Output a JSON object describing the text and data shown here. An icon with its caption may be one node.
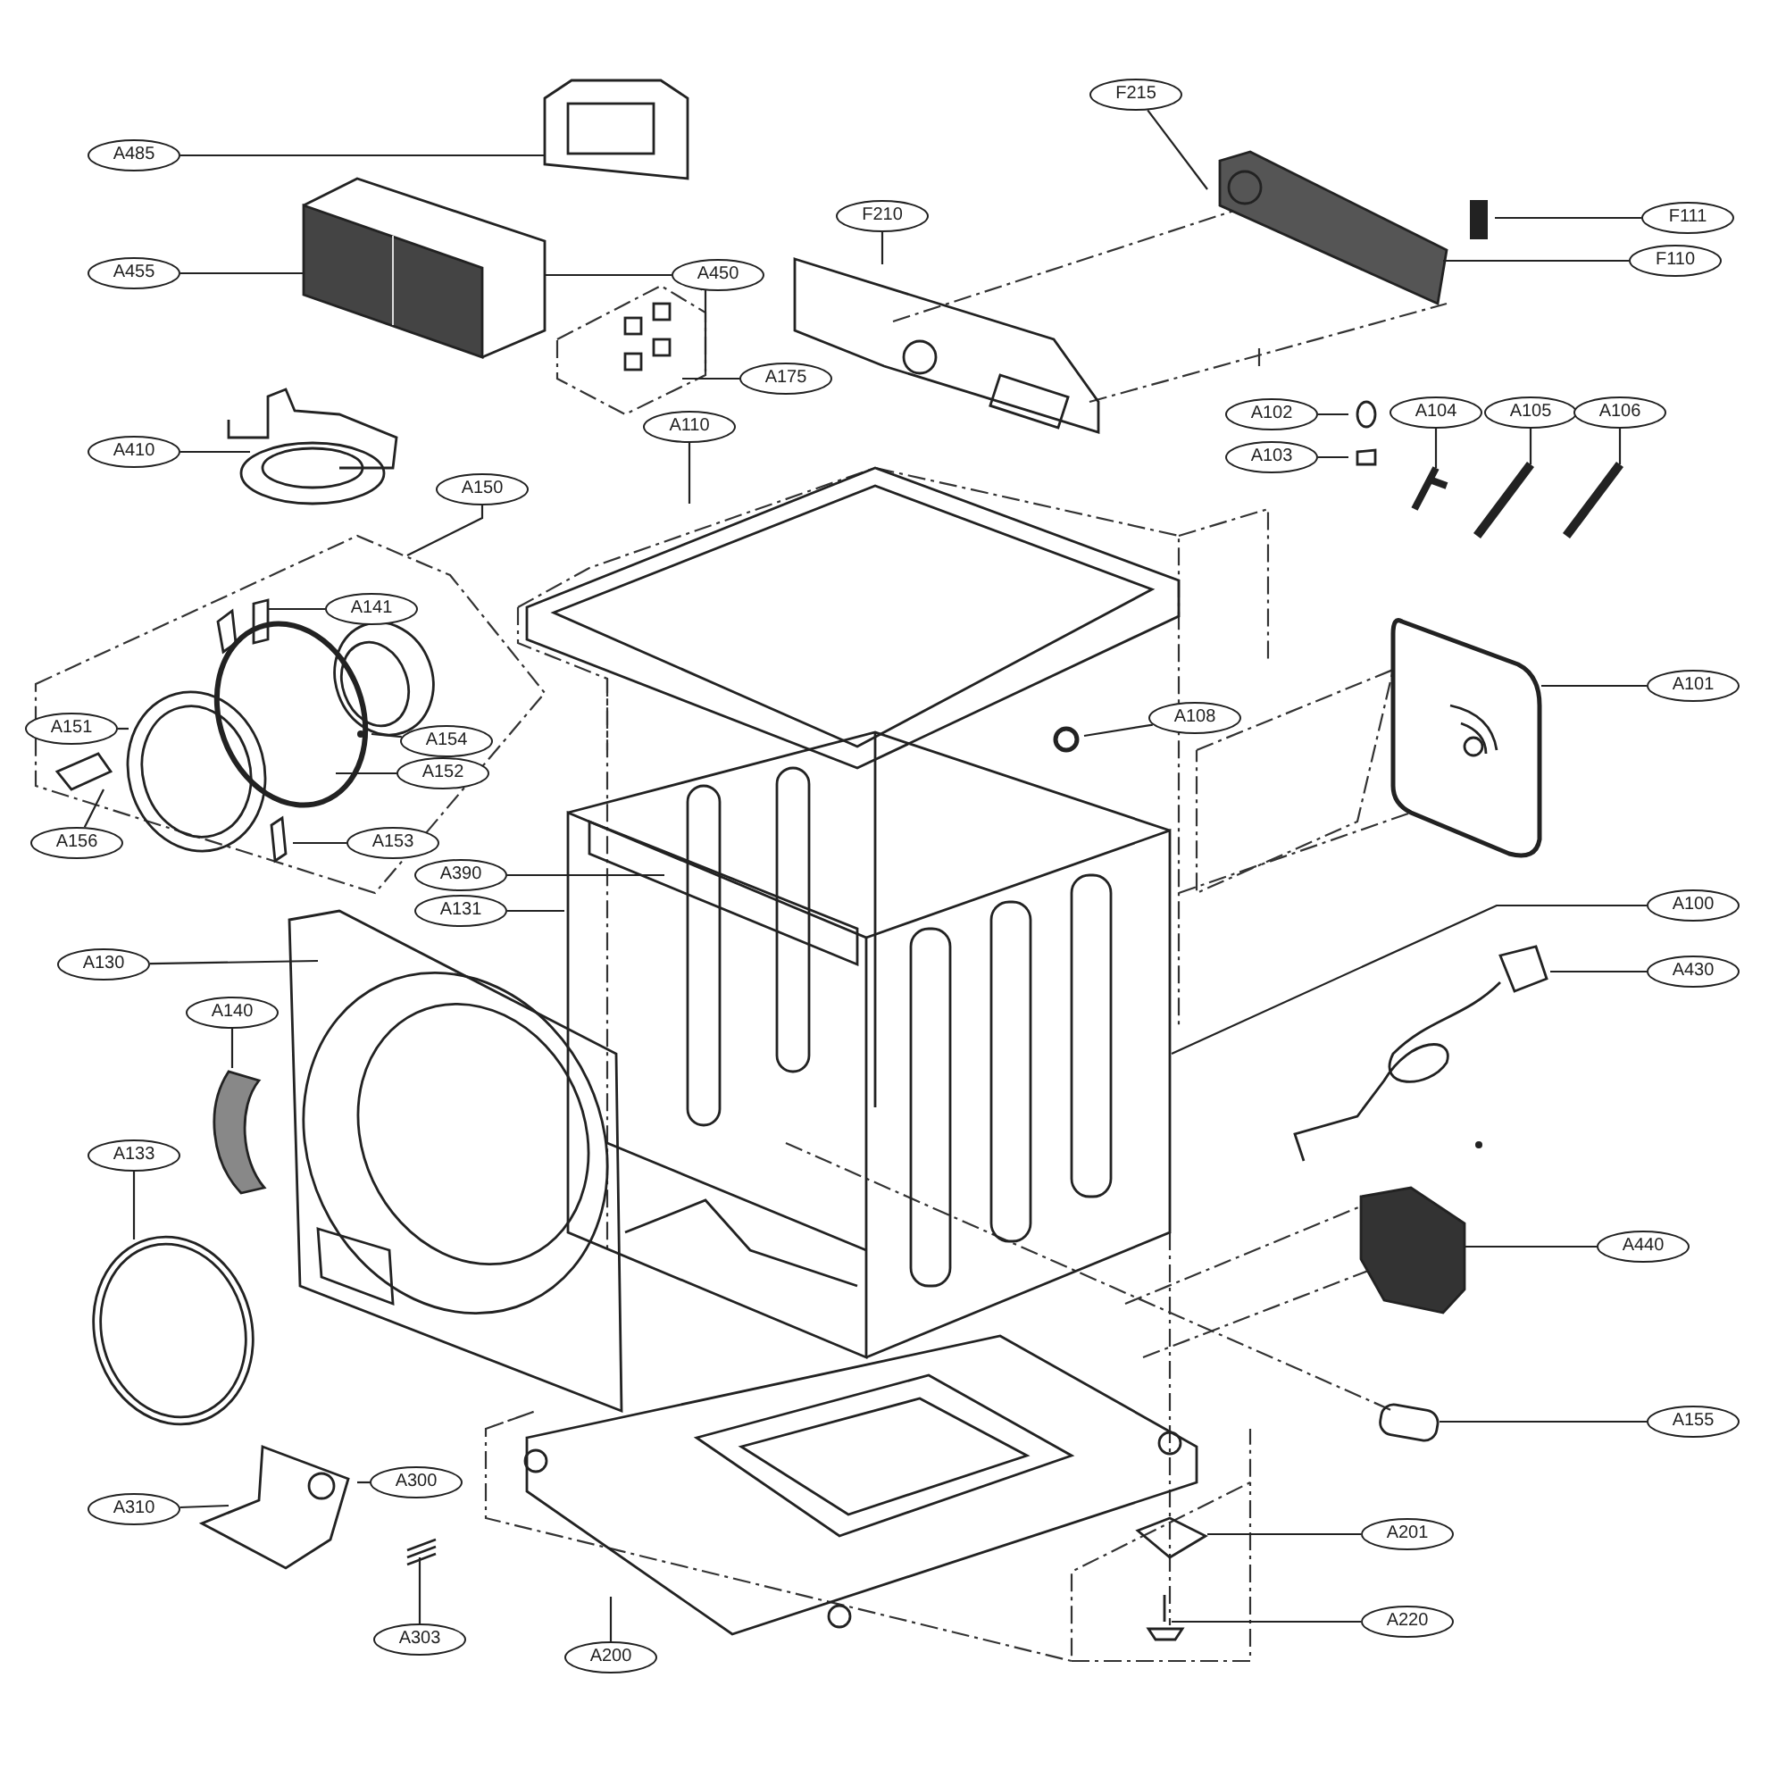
{
  "diagram": {
    "nodes": [
      {
        "text": [
          "A485"
        ]
      },
      {
        "text": [
          "A455"
        ]
      },
      {
        "text": [
          "A450"
        ]
      },
      {
        "text": [
          "A175"
        ]
      },
      {
        "text": [
          "A410"
        ]
      },
      {
        "text": [
          "A150"
        ]
      },
      {
        "text": [
          "A141"
        ]
      },
      {
        "text": [
          "A151"
        ]
      },
      {
        "text": [
          "A154"
        ]
      },
      {
        "text": [
          "A152"
        ]
      },
      {
        "text": [
          "A156"
        ]
      },
      {
        "text": [
          "A153"
        ]
      },
      {
        "text": [
          "A390"
        ]
      },
      {
        "text": [
          "A131"
        ]
      },
      {
        "text": [
          "A130"
        ]
      },
      {
        "text": [
          "A140"
        ]
      },
      {
        "text": [
          "A133"
        ]
      },
      {
        "text": [
          "A310"
        ]
      },
      {
        "text": [
          "A300"
        ]
      },
      {
        "text": [
          "A303"
        ]
      },
      {
        "text": [
          "A200"
        ]
      },
      {
        "text": [
          "F215"
        ]
      },
      {
        "text": [
          "F210"
        ]
      },
      {
        "text": [
          "F111"
        ]
      },
      {
        "text": [
          "F110"
        ]
      },
      {
        "text": [
          "A110"
        ]
      },
      {
        "text": [
          "A102"
        ]
      },
      {
        "text": [
          "A103"
        ]
      },
      {
        "text": [
          "A104"
        ]
      },
      {
        "text": [
          "A105"
        ]
      },
      {
        "text": [
          "A106"
        ]
      },
      {
        "text": [
          "A101"
        ]
      },
      {
        "text": [
          "A108"
        ]
      },
      {
        "text": [
          "A100"
        ]
      },
      {
        "text": [
          "A430"
        ]
      },
      {
        "text": [
          "A440"
        ]
      },
      {
        "text": [
          "A155"
        ]
      },
      {
        "text": [
          "A201"
        ]
      },
      {
        "text": [
          "A220"
        ]
      }
    ],
    "edges": [
      {
        "from": 0,
        "to": null,
        "arrow": "none"
      },
      {
        "from": 1,
        "to": null,
        "arrow": "none"
      },
      {
        "from": 2,
        "to": null,
        "arrow": "none"
      },
      {
        "from": 2,
        "to": null,
        "arrow": "none"
      },
      {
        "from": 3,
        "to": null,
        "arrow": "none"
      },
      {
        "from": 4,
        "to": null,
        "arrow": "none"
      },
      {
        "from": 5,
        "to": null,
        "arrow": "none"
      },
      {
        "from": 6,
        "to": null,
        "arrow": "none"
      },
      {
        "from": 7,
        "to": null,
        "arrow": "none"
      },
      {
        "from": 8,
        "to": null,
        "arrow": "none"
      },
      {
        "from": 9,
        "to": null,
        "arrow": "none"
      },
      {
        "from": 10,
        "to": null,
        "arrow": "none"
      },
      {
        "from": 11,
        "to": null,
        "arrow": "none"
      },
      {
        "from": 12,
        "to": null,
        "arrow": "none"
      },
      {
        "from": 13,
        "to": null,
        "arrow": "none"
      },
      {
        "from": 14,
        "to": null,
        "arrow": "none"
      },
      {
        "from": 15,
        "to": null,
        "arrow": "none"
      },
      {
        "from": 16,
        "to": null,
        "arrow": "none"
      },
      {
        "from": 17,
        "to": null,
        "arrow": "none"
      },
      {
        "from": 18,
        "to": null,
        "arrow": "none"
      },
      {
        "from": 19,
        "to": null,
        "arrow": "none"
      },
      {
        "from": 20,
        "to": null,
        "arrow": "none"
      },
      {
        "from": 21,
        "to": null,
        "arrow": "none"
      },
      {
        "from": 22,
        "to": null,
        "arrow": "none"
      },
      {
        "from": 23,
        "to": null,
        "arrow": "none"
      },
      {
        "from": 24,
        "to": null,
        "arrow": "none"
      },
      {
        "from": 25,
        "to": null,
        "arrow": "none"
      },
      {
        "from": 26,
        "to": null,
        "arrow": "none"
      },
      {
        "from": 27,
        "to": null,
        "arrow": "none"
      },
      {
        "from": 28,
        "to": null,
        "arrow": "none"
      },
      {
        "from": 29,
        "to": null,
        "arrow": "none"
      },
      {
        "from": 30,
        "to": null,
        "arrow": "none"
      },
      {
        "from": 31,
        "to": null,
        "arrow": "none"
      },
      {
        "from": 32,
        "to": null,
        "arrow": "none"
      },
      {
        "from": 33,
        "to": null,
        "arrow": "none"
      },
      {
        "from": 34,
        "to": null,
        "arrow": "none"
      },
      {
        "from": 35,
        "to": null,
        "arrow": "none"
      },
      {
        "from": 36,
        "to": null,
        "arrow": "none"
      },
      {
        "from": 37,
        "to": null,
        "arrow": "none"
      },
      {
        "from": 38,
        "to": null,
        "arrow": "none"
      }
    ]
  }
}
